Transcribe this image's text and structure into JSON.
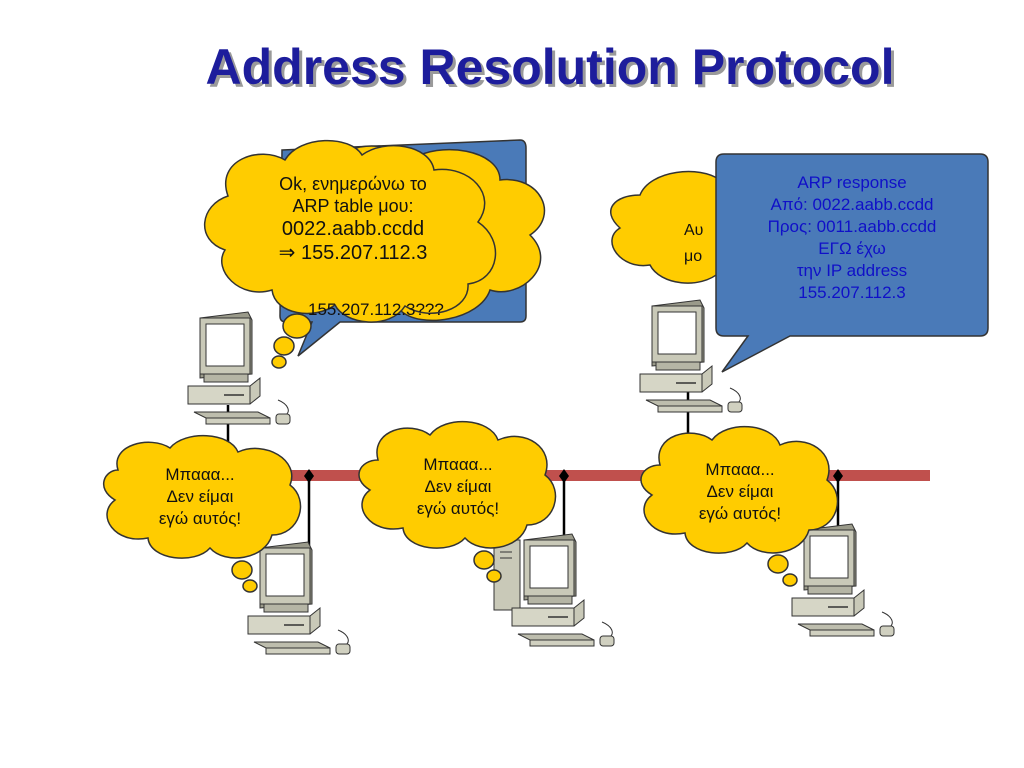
{
  "title": "Address Resolution Protocol",
  "bubbles": {
    "sender_update": [
      "Ok, ενημερώνω το",
      "ARP table μου:",
      "0022.aabb.ccdd",
      "⇒ 155.207.112.3"
    ],
    "request_hidden_tail": "155.207.112.3???",
    "responder_hidden_partial": [
      "Αυ",
      "μο"
    ],
    "response": [
      "ARP response",
      "Από: 0022.aabb.ccdd",
      "Προς: 0011.aabb.ccdd",
      "ΕΓΩ έχω",
      "την IP address",
      "155.207.112.3"
    ],
    "not_me": [
      "Μπααα...",
      "Δεν είμαι",
      "εγώ αυτός!"
    ]
  },
  "colors": {
    "title": "#1d1d9c",
    "bubble_yellow": "#ffcc00",
    "bubble_blue": "#4a7ab8",
    "bus": "#c0504d",
    "text_blue": "#1010c8"
  }
}
